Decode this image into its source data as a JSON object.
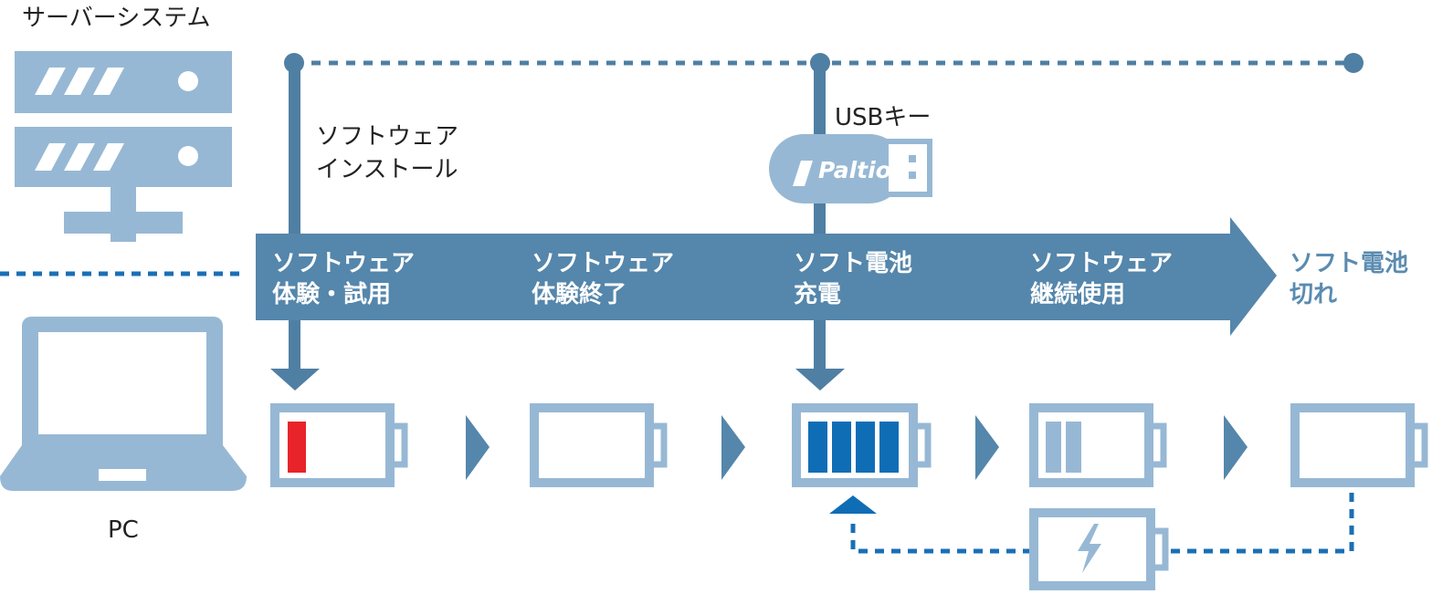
{
  "server": {
    "label": "サーバーシステム"
  },
  "pc": {
    "label": "PC"
  },
  "install": {
    "line1": "ソフトウェア",
    "line2": "インストール"
  },
  "usb": {
    "label": "USBキー",
    "brand": "Paltio"
  },
  "stages": [
    {
      "line1": "ソフトウェア",
      "line2": "体験・試用",
      "battery_level": "1 of 4 (red)"
    },
    {
      "line1": "ソフトウェア",
      "line2": "体験終了",
      "battery_level": "0 of 4"
    },
    {
      "line1": "ソフト電池",
      "line2": "充電",
      "battery_level": "4 of 4 (blue)"
    },
    {
      "line1": "ソフトウェア",
      "line2": "継続使用",
      "battery_level": "2 of 4"
    },
    {
      "line1": "ソフト電池",
      "line2": "切れ",
      "battery_level": "0 of 4"
    }
  ],
  "colors": {
    "icon_light": "#97b8d4",
    "arrow_band": "#5586ab",
    "connector": "#4f7fa3",
    "accent_blue": "#0f6db6",
    "dotted_blue": "#1a6fb5",
    "battery_red": "#e8232a",
    "stage_text_last": "#5a8bb0"
  },
  "icons": {
    "server": "server-rack-icon",
    "pc": "laptop-icon",
    "usb": "usb-key-icon",
    "charging": "lightning-battery-icon"
  }
}
